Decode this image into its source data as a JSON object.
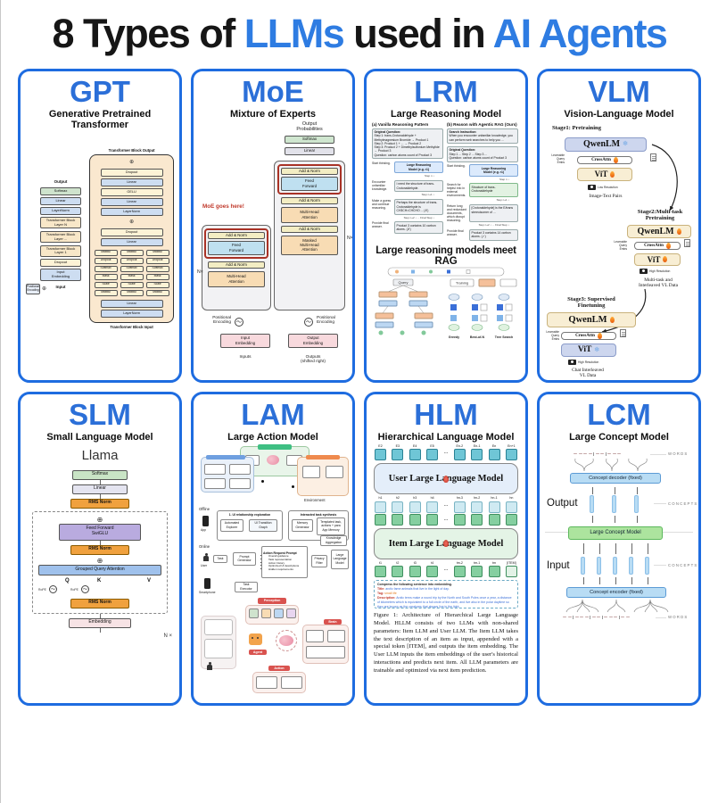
{
  "title": {
    "p1": "8 Types of ",
    "p2": "LLMs",
    "p3": " used in ",
    "p4": "AI Agents"
  },
  "colors": {
    "accent_blue": "#2e7ce2",
    "card_border_blue": "#1e6ce0",
    "panel_title_blue": "#2b6fd8",
    "highlight_red": "#a93226",
    "note_red": "#c0392b"
  },
  "gpt": {
    "title": "GPT",
    "subtitle": "Generative Pretrained Transformer",
    "left_stack": [
      "Output",
      "Softmax",
      "Linear",
      "LayerNorm",
      "Transformer Block\nLayer N",
      "Transformer Block\nLayer ...",
      "Transformer Block\nLayer 1",
      "Dropout",
      "Input\nEmbedding",
      "Input"
    ],
    "pos_enc": "Positional\nEncoding",
    "plus": "⊕",
    "block_out": "Transformer Block Output",
    "block_in": "Transformer Block Input",
    "ff_stack": [
      "Dropout",
      "Linear",
      "GELU",
      "Linear",
      "LayerNorm"
    ],
    "attn_pre": [
      "Dropout",
      "Linear"
    ],
    "head_ops": [
      "MatMul",
      "Dropout",
      "Softmax",
      "Mask",
      "Scale",
      "MatMul"
    ],
    "attn_post": [
      "Linear",
      "LayerNorm"
    ]
  },
  "moe": {
    "title": "MoE",
    "subtitle": "Mixture of Experts",
    "note": "MoE goes here!",
    "out_prob": "Output\nProbabilities",
    "softmax": "Softmax",
    "linear": "Linear",
    "addnorm": "Add & Norm",
    "ff": "Feed\nForward",
    "mha": "Multi-Head\nAttention",
    "mmha": "Masked\nMulti-Head\nAttention",
    "nx": "N×",
    "wave": "～",
    "pos_enc": "Positional\nEncoding",
    "in_emb": "Input\nEmbedding",
    "out_emb": "Output\nEmbedding",
    "inputs": "Inputs",
    "outputs": "Outputs\n(shifted right)"
  },
  "lrm": {
    "title": "LRM",
    "subtitle": "Large Reasoning Model",
    "head_a": "(a) Vanilla Reasoning Pattern",
    "head_b": "(b) Reason with Agentic RAG (Ours)",
    "a_q_t": "Original Question:",
    "a_q": "Step 1: trans-Crotonaldehyde + Methylmagnesium Bromide → Product 1\nStep 2: Product 1 + ... → Product 2\nStep 3: Product 2 + Dimethylsulfonium Methylide → Product 3\nQuestion: carbon atoms count of Product 3",
    "b_s_t": "Search Instruction:",
    "b_s": "When you encounter unfamiliar knowledge, you can perform web searches to help you ...",
    "b_q_t": "Original Question:",
    "b_q": "Step 1 ...   Step 2 ...   Step 3 ...\nQuestion: carbon atoms count of Product 3",
    "model": "Large Reasoning\nModel (e.g. r1)",
    "a1l": "Start thinking.",
    "s1": "Step n ↓",
    "a2l": "Encounter unfamiliar knowledge.",
    "a2r": "I need the structure of trans-Crotonaldehyde.",
    "s2": "Step n+1 ↓",
    "a3l": "Make a guess and continue reasoning.",
    "a3r": "Perhaps the structure of trans-Crotonaldehyde is CH3CH=CHCHO ... (✗)",
    "s3": "Step n+2 ↓ ... Final Step ↓",
    "a4l": "Provide final answer.",
    "a4r": "Product 3 contains 10 carbon atoms. (✗)",
    "b1l": "Start thinking.",
    "b2l": "Search for helpful info in external environments.",
    "b2r": "Structure of trans-Crotonaldehyde",
    "b3l": "Return long and redundant documents, which disrupt reasoning.",
    "b3r": "[Crotonaldehyde] is the E/trans stereoisomer of ...",
    "b4l": "Provide final answer.",
    "b4r": "Product 3 contains 14 carbon atoms. (✓)",
    "rag_heading": "Large reasoning models meet RAG",
    "tree": {
      "query": "Query",
      "training": "Training",
      "greedy": "Greedy",
      "bestofn": "Best-of-N",
      "treesearch": "Tree Search"
    }
  },
  "vlm": {
    "title": "VLM",
    "subtitle": "Vision-Language Model",
    "s1": "Stage1: Pretraining",
    "s2": "Stage2:Multi-task\nPretraining",
    "s3": "Stage3: Supervised\nFinetuning",
    "qwen": "QwenLM",
    "cross": "CrossAttn",
    "vit": "ViT",
    "learn": "Learnable\nQuery\nEmbs",
    "lowres": "Low Resolution",
    "hires": "High Resolution",
    "cap1": "Image-Text Pairs",
    "cap2": "Multi-task and\nInterleaved VL Data",
    "cap3": "Chat Interleaved\nVL Data",
    "snow": "❄"
  },
  "slm": {
    "title": "SLM",
    "subtitle": "Small Language Model",
    "model": "Llama",
    "softmax": "Softmax",
    "linear": "Linear",
    "rms": "RMS Norm",
    "ff": "Feed Forward\nSwiGLU",
    "gqa": "Grouped Query Attention",
    "q": "Q",
    "k": "K",
    "v": "V",
    "rope": "RoPE",
    "wave": "～",
    "plus": "⊕",
    "emb": "Embedding",
    "nx": "N ×"
  },
  "lam": {
    "title": "LAM",
    "subtitle": "Large Action Model",
    "env": "Environment",
    "offline": "Offline",
    "online": "Online",
    "sec1": "1. UI relationship exploration",
    "sec2": "Interacted task synthesis",
    "autoexp": "Automated\nExplorer",
    "uigraph": "UI Transition Graph",
    "memgen": "Memory\nGenerator",
    "appmem": "Templated task,\nactions + para\nApp Memory",
    "app": "App",
    "user": "User",
    "task": "Task",
    "promptgen": "Prompt\nGenerator",
    "arp_t": "Action Request Prompt",
    "arp": [
      "Overall guidance",
      "Task representation",
      "Action history",
      "Optimized UI descriptions",
      "Hidden requirements"
    ],
    "privacy": "Privacy\nFilter",
    "llm": "Large\nLanguage\nModel",
    "knowagg": "Knowledge\nAggregation",
    "taskexec": "Task\nExecutor",
    "phone": "Smartphone",
    "perception": "Perception",
    "agent": "Agent",
    "action": "Action",
    "brain": "Brain"
  },
  "hlm": {
    "title": "HLM",
    "subtitle": "Hierarchical Language Model",
    "top_tokens": [
      "E2",
      "E3",
      "E4",
      "E5",
      "...",
      "En-2",
      "En-1",
      "En",
      "En+1"
    ],
    "user_llm": "User Large Language Model",
    "mid_tokens": [
      "h1",
      "h2",
      "h3",
      "h4",
      "...",
      "hn-3",
      "hn-2",
      "hn-1",
      "hn"
    ],
    "green_tokens": [
      "",
      "",
      "",
      "",
      "...",
      "",
      "",
      "",
      ""
    ],
    "item_llm": "Item Large Language Model",
    "bot_tokens": [
      "t1",
      "t2",
      "t3",
      "t4",
      "...",
      "tm-2",
      "tm-1",
      "tm",
      "[ITEM]"
    ],
    "p1": "Compress the following sentence into embedding.",
    "p2k": "Title:",
    "p2v": "arctic fame animals that live in the light of day.",
    "p3k": "Tag:",
    "p3v": "small life",
    "p4k": "Description:",
    "p4v": "Arctic terns make a round trip by the North and South Poles once a year, a distance of kilometers which is equivalent to a full circle of the earth, and live also in the polar daytime so they are known as the creatures that always live in the light.",
    "caption": "Figure 1: Architecture of Hierarchical Large Language Model. HLLM consists of two LLMs with non-shared parameters: Item LLM and User LLM. The Item LLM takes the text description of an item as input, appended with a special token [ITEM], and outputs the item embedding. The User LLM inputs the item embeddings of the user's historical interactions and predicts next item. All LLM parameters are trainable and optimized via next item prediction."
  },
  "lcm": {
    "title": "LCM",
    "subtitle": "Large Concept Model",
    "decoder": "Concept decoder (fixed)",
    "model": "Large Concept Model",
    "encoder": "Concept encoder (fixed)",
    "output": "Output",
    "input": "Input",
    "words": "WORDS",
    "concepts": "CONCEPTS"
  }
}
